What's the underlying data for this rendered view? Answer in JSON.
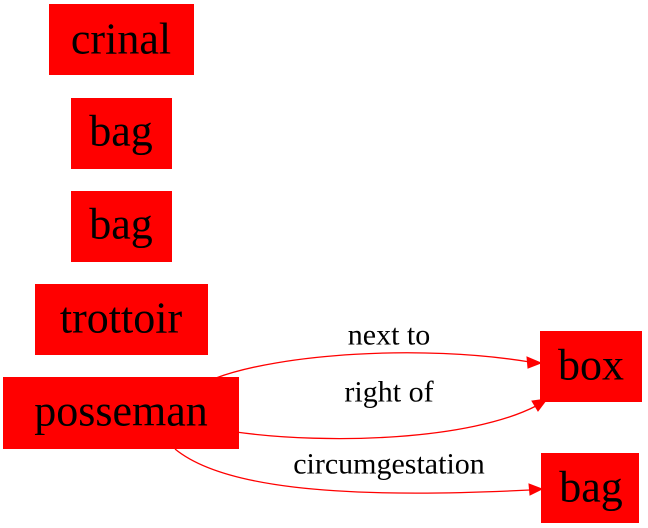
{
  "colors": {
    "node_fill": "#ff0000",
    "edge_stroke": "#ff0000",
    "text": "#000000",
    "background": "#ffffff"
  },
  "nodes": {
    "crinal": "crinal",
    "bag_1": "bag",
    "bag_2": "bag",
    "trottoir": "trottoir",
    "posseman": "posseman",
    "box": "box",
    "bag_3": "bag"
  },
  "edges": [
    {
      "from": "posseman",
      "to": "box",
      "label": "next to"
    },
    {
      "from": "posseman",
      "to": "box",
      "label": "right of"
    },
    {
      "from": "posseman",
      "to": "bag_3",
      "label": "circumgestation"
    }
  ]
}
